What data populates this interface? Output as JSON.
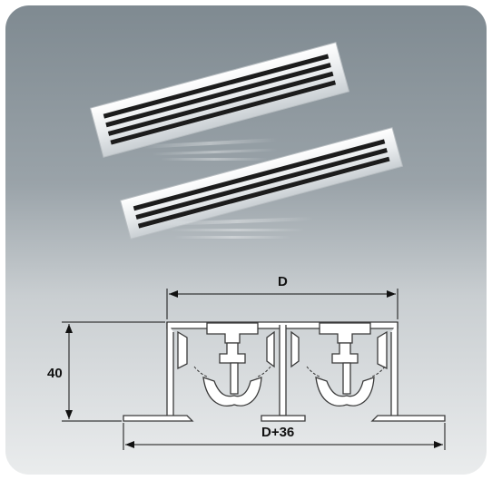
{
  "labels": {
    "width_dim": "D",
    "height_dim": "40",
    "overall_dim": "D+36"
  },
  "colors": {
    "frame": "#f2f4f5",
    "slot": "#1c1c1c",
    "profile_fill": "#ffffff",
    "profile_stroke": "#3a3a3a",
    "dimension_line": "#111111"
  }
}
